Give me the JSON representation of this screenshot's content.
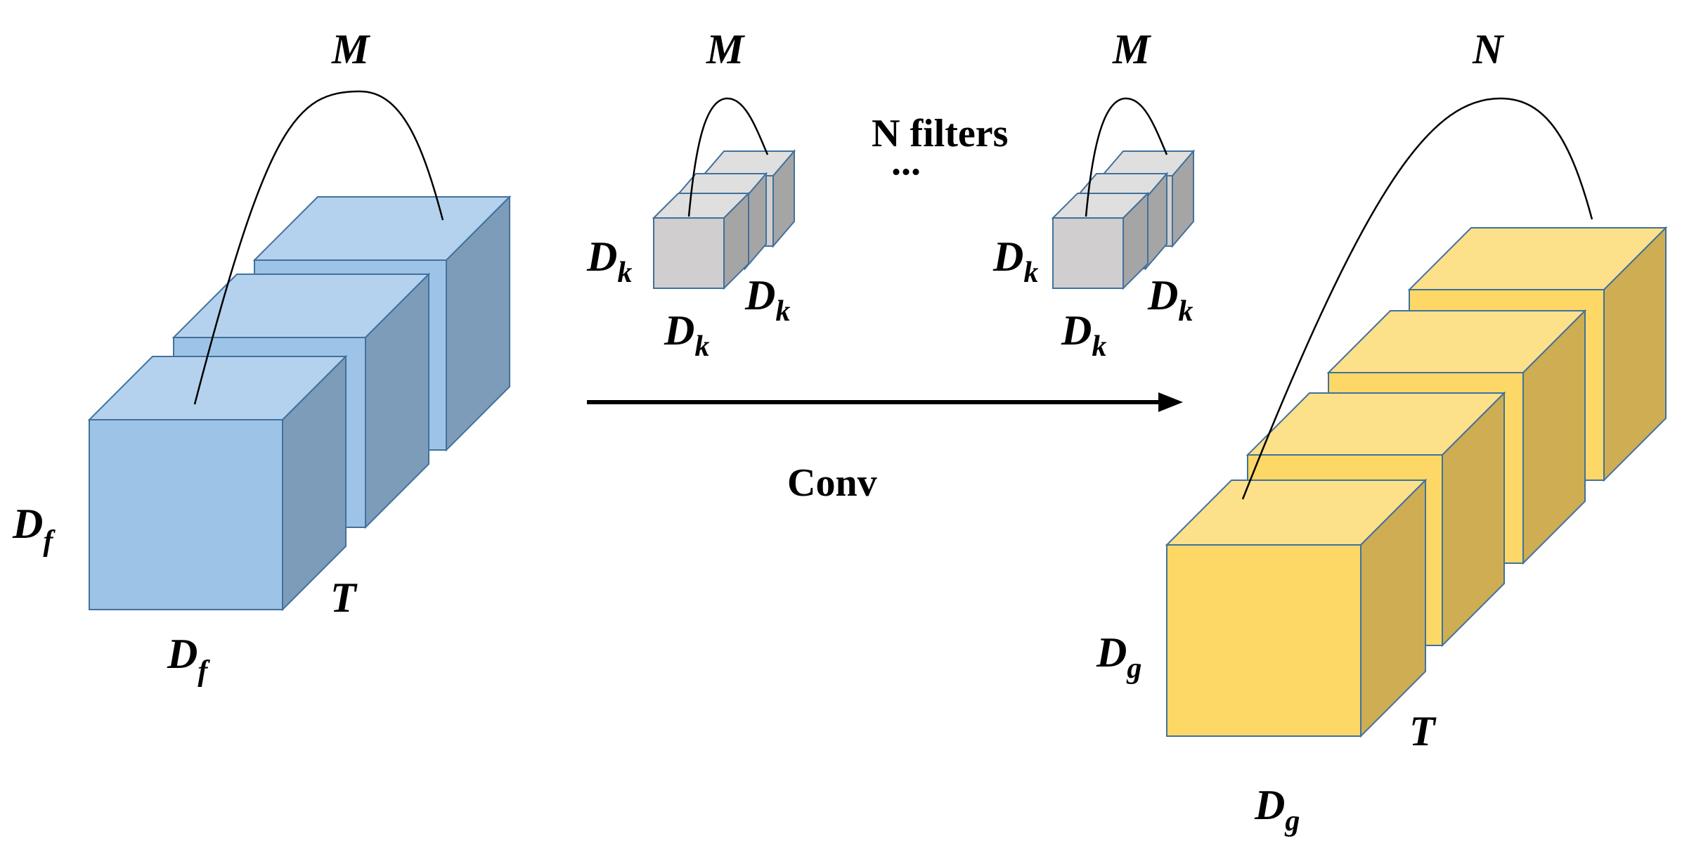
{
  "input_tensor": {
    "channel_label": "M",
    "height_label": {
      "base": "D",
      "sub": "f"
    },
    "width_label": {
      "base": "D",
      "sub": "f"
    },
    "depth_label": "T",
    "color_front": "#9dc3e6",
    "color_top": "#b4d2ee",
    "color_side": "#7d9cba",
    "stroke": "#41719c"
  },
  "filter_1": {
    "channel_label": "M",
    "labels": [
      {
        "base": "D",
        "sub": "k"
      },
      {
        "base": "D",
        "sub": "k"
      },
      {
        "base": "D",
        "sub": "k"
      }
    ],
    "color_front": "#d0cece",
    "color_top": "#e0dfdf",
    "color_side": "#a5a5a5"
  },
  "filter_2": {
    "channel_label": "M",
    "labels": [
      {
        "base": "D",
        "sub": "k"
      },
      {
        "base": "D",
        "sub": "k"
      },
      {
        "base": "D",
        "sub": "k"
      }
    ]
  },
  "filters_text": "N filters",
  "ellipsis": "...",
  "operation_label": "Conv",
  "output_tensor": {
    "channel_label": "N",
    "height_label": {
      "base": "D",
      "sub": "g"
    },
    "width_label": {
      "base": "D",
      "sub": "g"
    },
    "depth_label": "T",
    "color_front": "#fdd866",
    "color_top": "#fde08a",
    "color_side": "#cfad52",
    "stroke": "#41719c"
  }
}
